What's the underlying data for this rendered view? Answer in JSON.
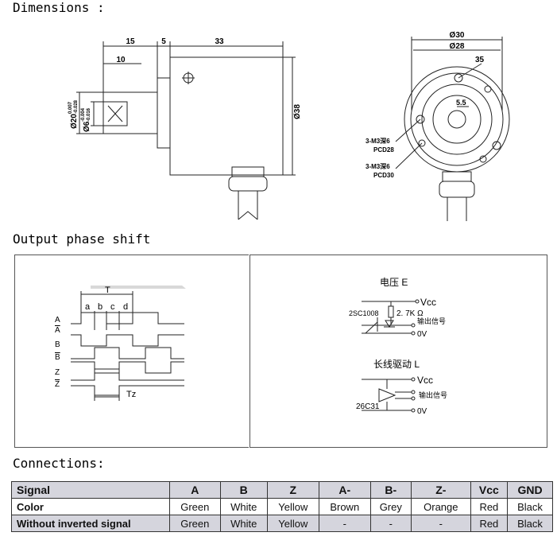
{
  "headings": {
    "dimensions": "Dimensions :",
    "phase_shift": "Output phase shift",
    "connections": "Connections:"
  },
  "dimensions_drawing": {
    "dim_15": "15",
    "dim_5": "5",
    "dim_33": "33",
    "dim_10": "10",
    "dim_38": "Ø38",
    "dim_d20": "Ø20",
    "dim_d20_tol_up": "0.007",
    "dim_d20_tol_low": "-0.028",
    "dim_d6": "Ø6",
    "dim_d6_tol_up": "-0.004",
    "dim_d6_tol_low": "-0.016",
    "dim_d30": "Ø30",
    "dim_d28": "Ø28",
    "dim_35": "35",
    "dim_55": "5.5",
    "holes1": "3-M3深6",
    "pcd1": "PCD28",
    "holes2": "3-M3深6",
    "pcd2": "PCD30"
  },
  "phase_diagram": {
    "period_label": "T",
    "sub_labels": [
      "a",
      "b",
      "c",
      "d"
    ],
    "signals": [
      "A",
      "A",
      "B",
      "B",
      "Z",
      "Z"
    ],
    "tz_label": "Tz"
  },
  "circuit": {
    "title_voltage": "电压 E",
    "transistor1": "2SC1008",
    "resistor": "2. 7K Ω",
    "vcc1": "Vcc",
    "output1": "输出信号",
    "zero1": "0V",
    "title_linedriver": "长线驱动 L",
    "vcc2": "Vcc",
    "ic": "26C31",
    "output2": "输出信号",
    "zero2": "0V"
  },
  "connections": {
    "header": [
      "Signal",
      "A",
      "B",
      "Z",
      "A-",
      "B-",
      "Z-",
      "Vcc",
      "GND"
    ],
    "rows": [
      [
        "Color",
        "Green",
        "White",
        "Yellow",
        "Brown",
        "Grey",
        "Orange",
        "Red",
        "Black"
      ],
      [
        "Without inverted signal",
        "Green",
        "White",
        "Yellow",
        "-",
        "-",
        "-",
        "Red",
        "Black"
      ]
    ]
  }
}
